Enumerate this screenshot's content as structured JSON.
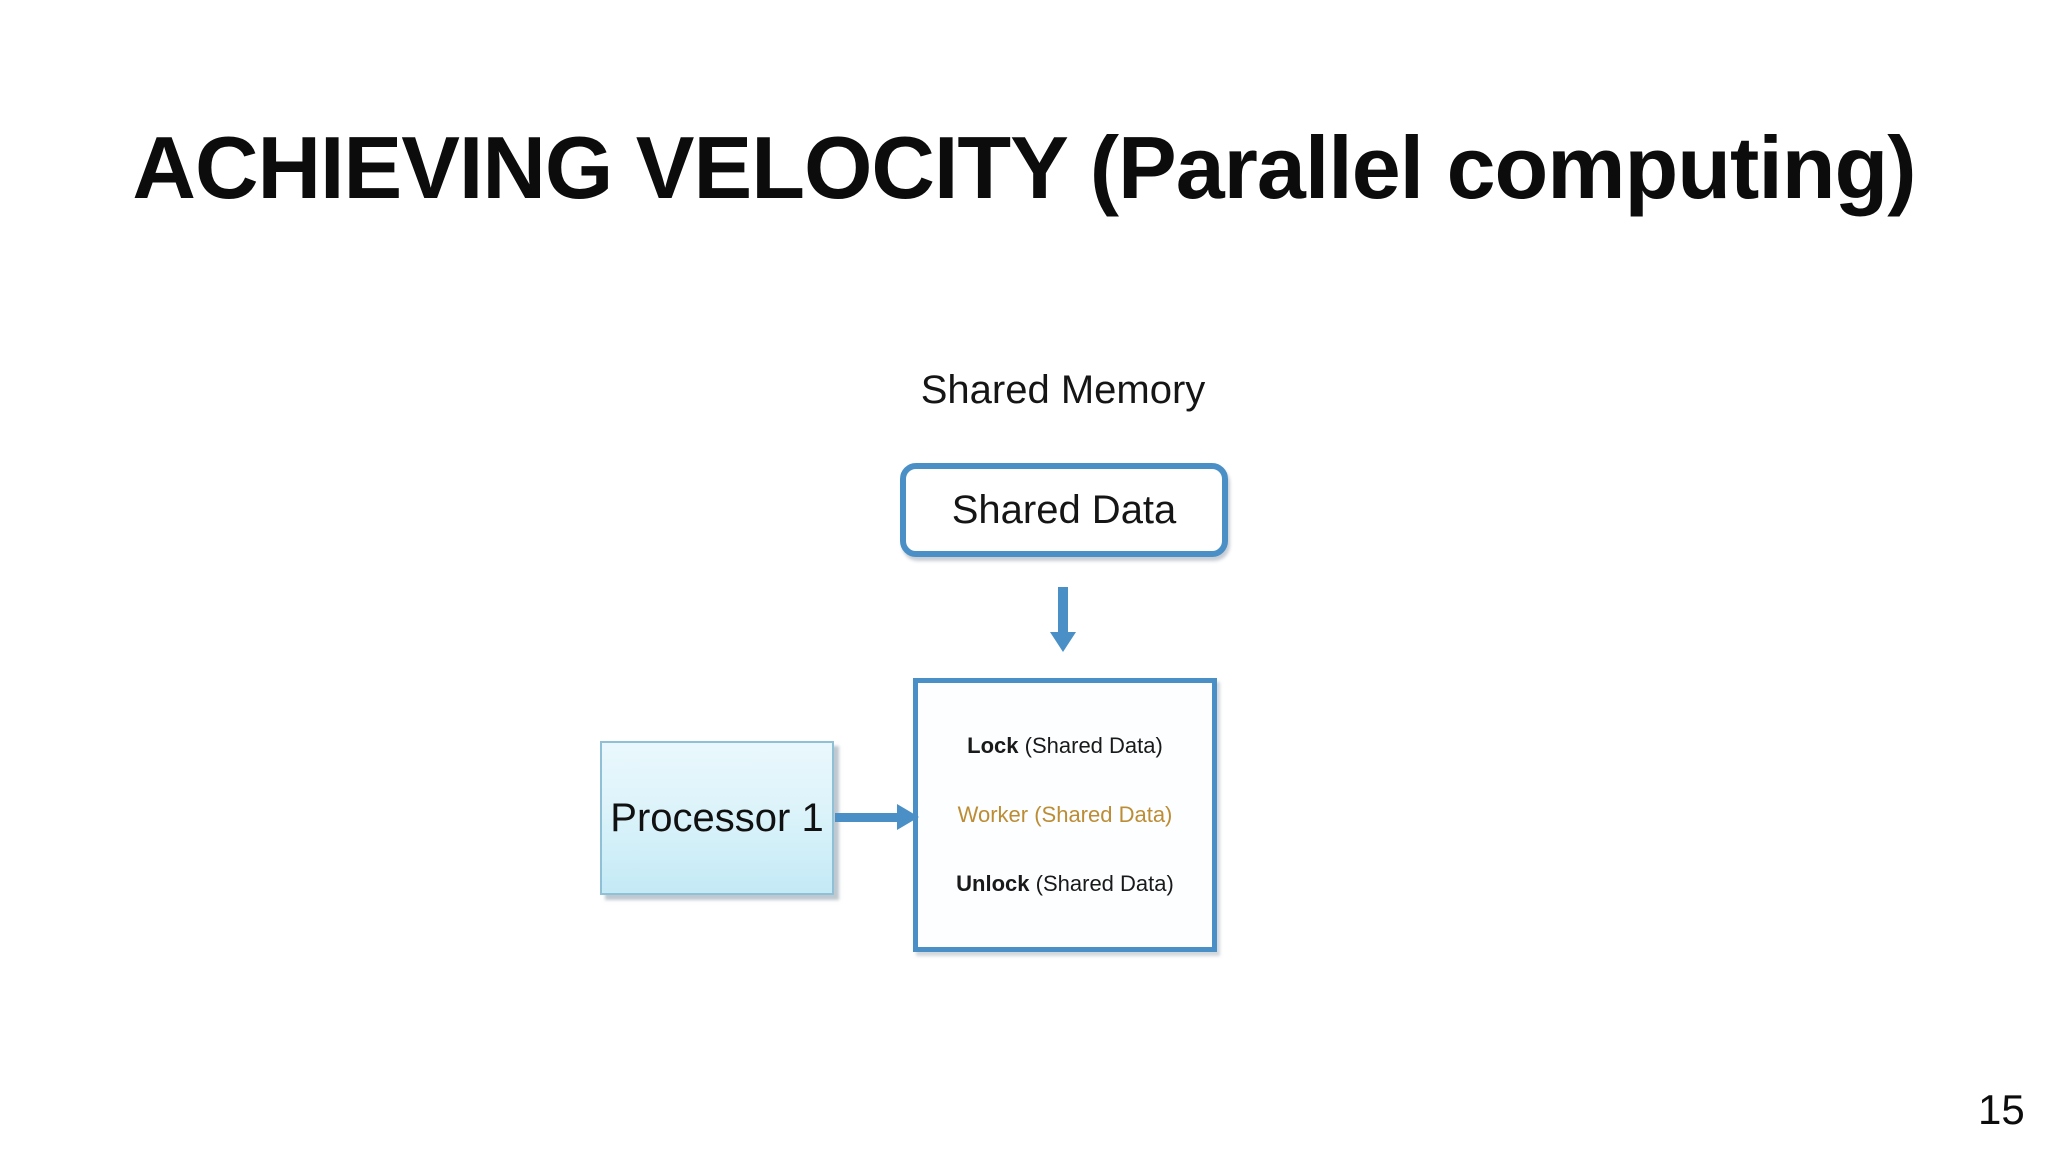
{
  "slide": {
    "title": "ACHIEVING VELOCITY (Parallel computing)",
    "page_number": "15"
  },
  "diagram": {
    "shared_memory_label": "Shared Memory",
    "shared_data_box_label": "Shared Data",
    "critical_section": {
      "lines": [
        {
          "keyword": "Lock",
          "rest": " (Shared Data)"
        },
        {
          "keyword": "Worker",
          "rest": " (Shared Data)"
        },
        {
          "keyword": "Unlock",
          "rest": " (Shared Data)"
        }
      ]
    },
    "processor_box_label": "Processor 1",
    "arrows": [
      {
        "name": "shared-data-to-critical-section",
        "direction": "down"
      },
      {
        "name": "processor-to-critical-section",
        "direction": "right"
      }
    ],
    "colors": {
      "accent_blue": "#4a90c6",
      "worker_text_gold": "#bd8d35",
      "processor_fill_top": "#eaf8fd",
      "processor_fill_bottom": "#c4eaf6",
      "text_black": "#111111",
      "background": "#ffffff"
    }
  }
}
